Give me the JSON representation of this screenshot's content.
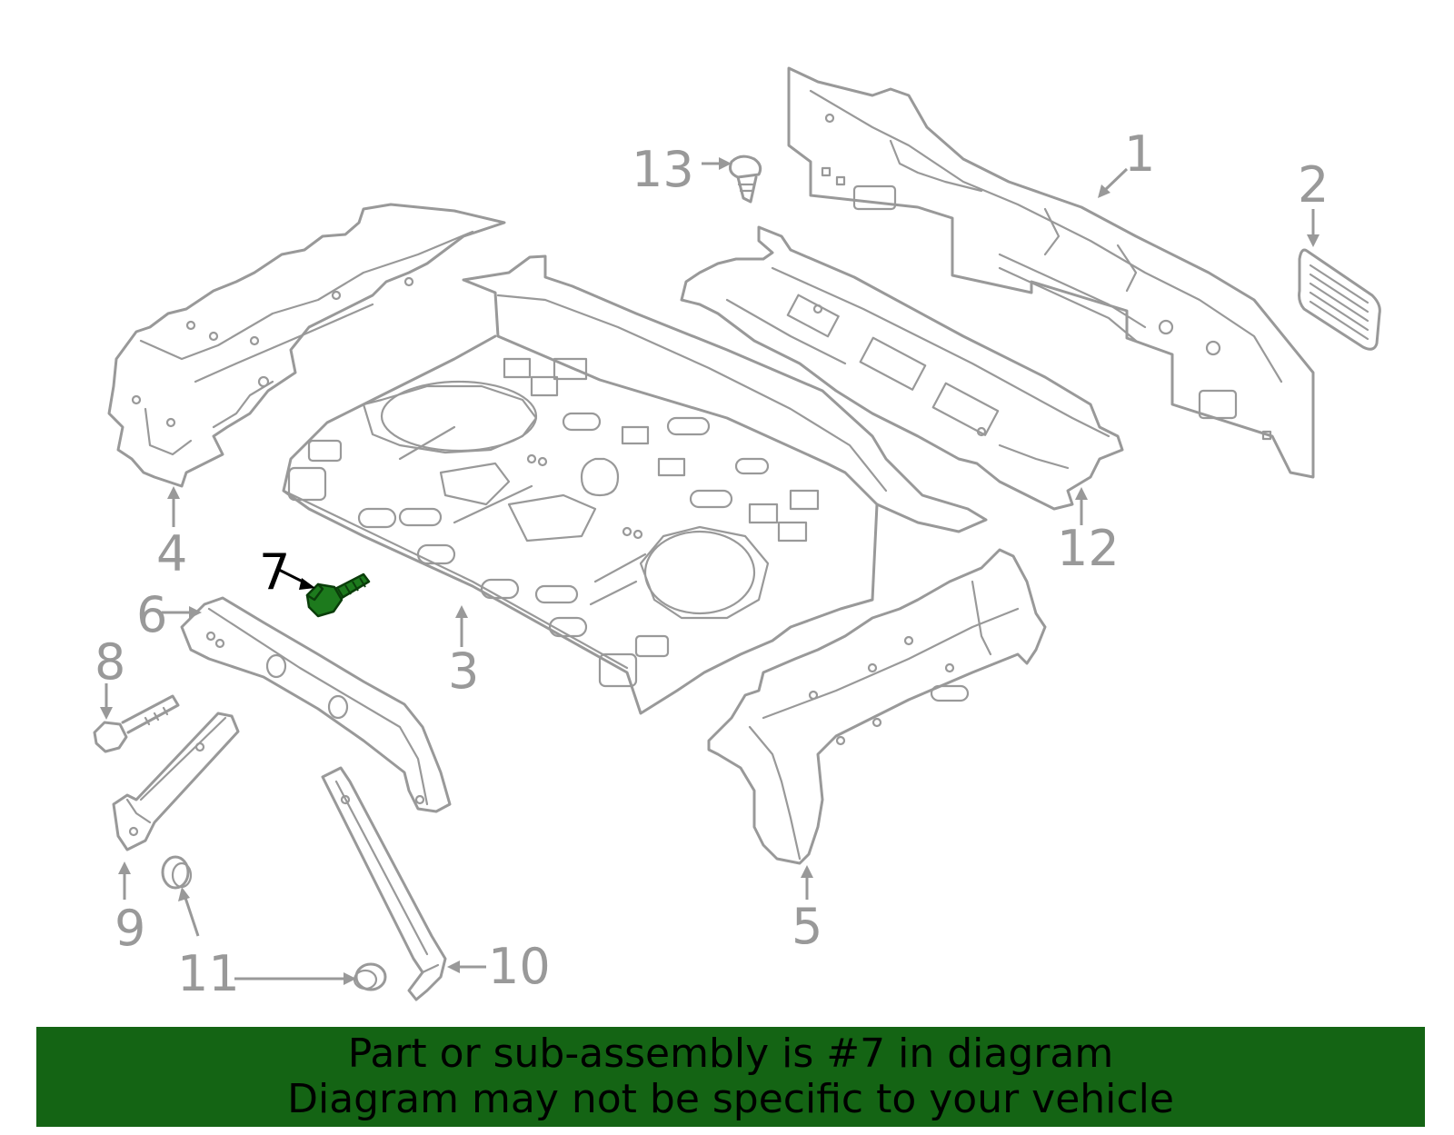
{
  "callouts": {
    "c1": "1",
    "c2": "2",
    "c3": "3",
    "c4": "4",
    "c5": "5",
    "c6": "6",
    "c7": "7",
    "c8": "8",
    "c9": "9",
    "c10": "10",
    "c11": "11",
    "c12": "12",
    "c13": "13"
  },
  "highlighted_part": "7",
  "colors": {
    "highlight": "#1d7a1d",
    "line_art": "#999999",
    "banner": "#146414"
  },
  "banner": {
    "line1": "Part or sub-assembly is #7 in diagram",
    "line2": "Diagram may not be specific to your vehicle"
  }
}
